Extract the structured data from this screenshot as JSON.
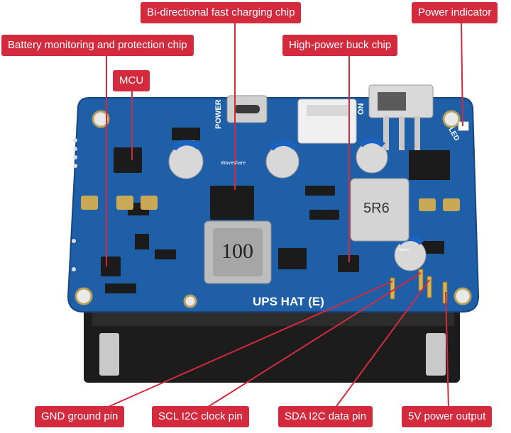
{
  "callouts": {
    "bidirectional_chip": "Bi-directional fast charging chip",
    "power_indicator": "Power indicator",
    "battery_monitor": "Battery monitoring and protection chip",
    "buck_chip": "High-power buck chip",
    "mcu": "MCU",
    "gnd_pin": "GND ground pin",
    "scl_pin": "SCL I2C clock pin",
    "sda_pin": "SDA I2C data pin",
    "power_output": "5V power output"
  },
  "board": {
    "title": "UPS HAT (E)",
    "brand": "Waveshare",
    "power_label": "POWER",
    "on_label": "ON",
    "led_label": "LED",
    "inductor_small": "5R6",
    "inductor_large": "100",
    "cap_text": "Capton"
  },
  "colors": {
    "callout": "#d42a3e",
    "pcb": "#1e5fa8"
  }
}
